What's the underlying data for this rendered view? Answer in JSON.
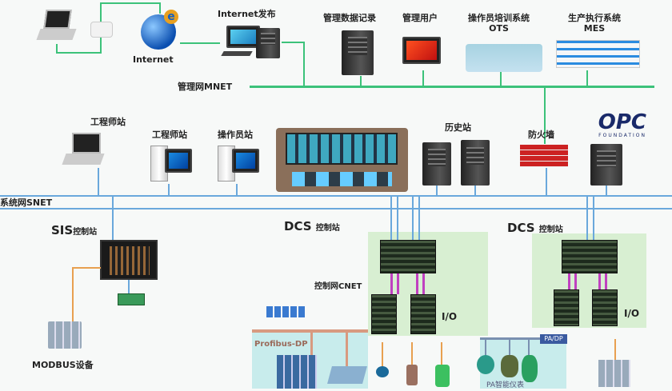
{
  "top": {
    "internet": "Internet",
    "internet_publish": "Internet发布",
    "mgmt_data": "管理数据记录",
    "mgmt_user": "管理用户",
    "ots_line1": "操作员培训系统",
    "ots_line2": "OTS",
    "mes_line1": "生产执行系统",
    "mes_line2": "MES",
    "mnet": "管理网MNET"
  },
  "middle": {
    "eng_station_1": "工程师站",
    "eng_station_2": "工程师站",
    "operator_station": "操作员站",
    "history_station": "历史站",
    "firewall": "防火墙",
    "opc": "OPC",
    "opc_sub": "FOUNDATION",
    "snet": "系统网SNET"
  },
  "bottom": {
    "sis": "SIS",
    "sis_suffix": "控制站",
    "dcs1": "DCS",
    "dcs1_suffix": "控制站",
    "dcs2": "DCS",
    "dcs2_suffix": "控制站",
    "cnet": "控制网CNET",
    "io1": "I/O",
    "io2": "I/O",
    "modbus": "MODBUS设备",
    "profibus": "Profibus-DP",
    "pa_dp": "PA/DP",
    "pa_instruments": "PA智能仪表"
  }
}
